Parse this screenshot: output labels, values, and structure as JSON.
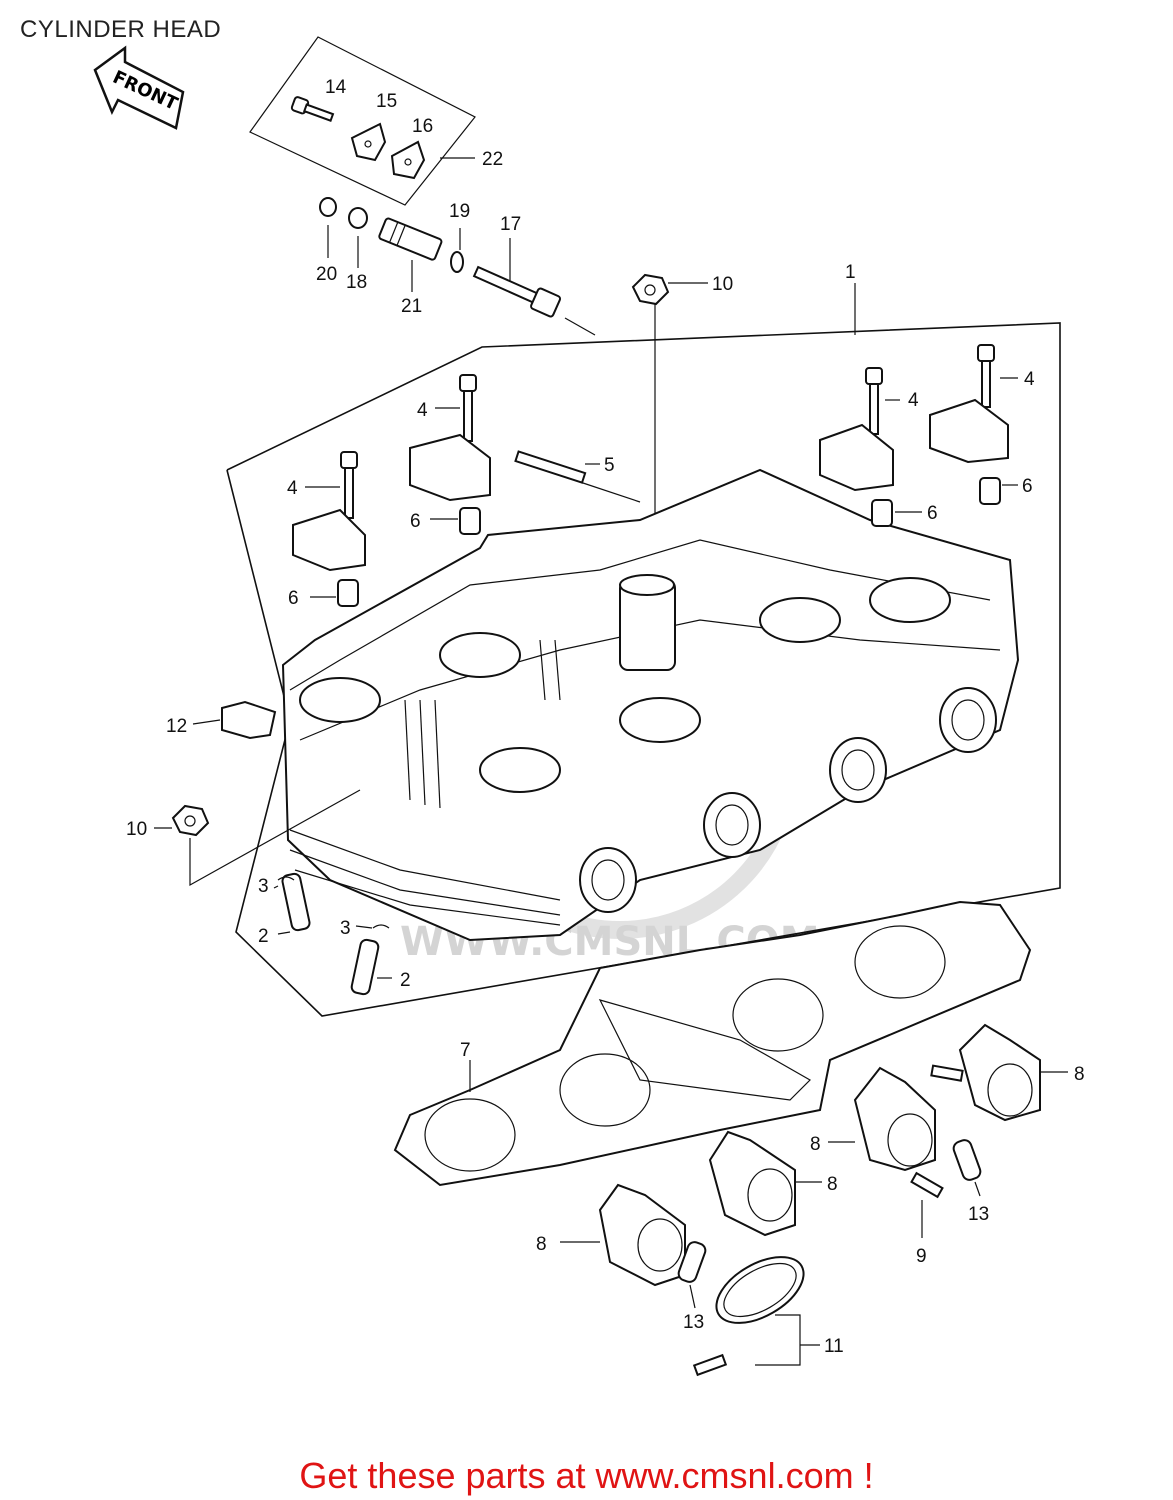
{
  "title": "CYLINDER HEAD",
  "front_arrow_label": "FRONT",
  "watermark": "WWW.CMSNL.COM",
  "cta": "Get these parts at www.cmsnl.com !",
  "callouts": {
    "c1": "1",
    "c2a": "2",
    "c2b": "2",
    "c3a": "3",
    "c3b": "3",
    "c4a": "4",
    "c4b": "4",
    "c4c": "4",
    "c4d": "4",
    "c5": "5",
    "c6a": "6",
    "c6b": "6",
    "c6c": "6",
    "c6d": "6",
    "c7": "7",
    "c8a": "8",
    "c8b": "8",
    "c8c": "8",
    "c8d": "8",
    "c9": "9",
    "c10a": "10",
    "c10b": "10",
    "c11": "11",
    "c12": "12",
    "c13a": "13",
    "c13b": "13",
    "c14": "14",
    "c15": "15",
    "c16": "16",
    "c17": "17",
    "c18": "18",
    "c19": "19",
    "c20": "20",
    "c21": "21",
    "c22": "22"
  }
}
